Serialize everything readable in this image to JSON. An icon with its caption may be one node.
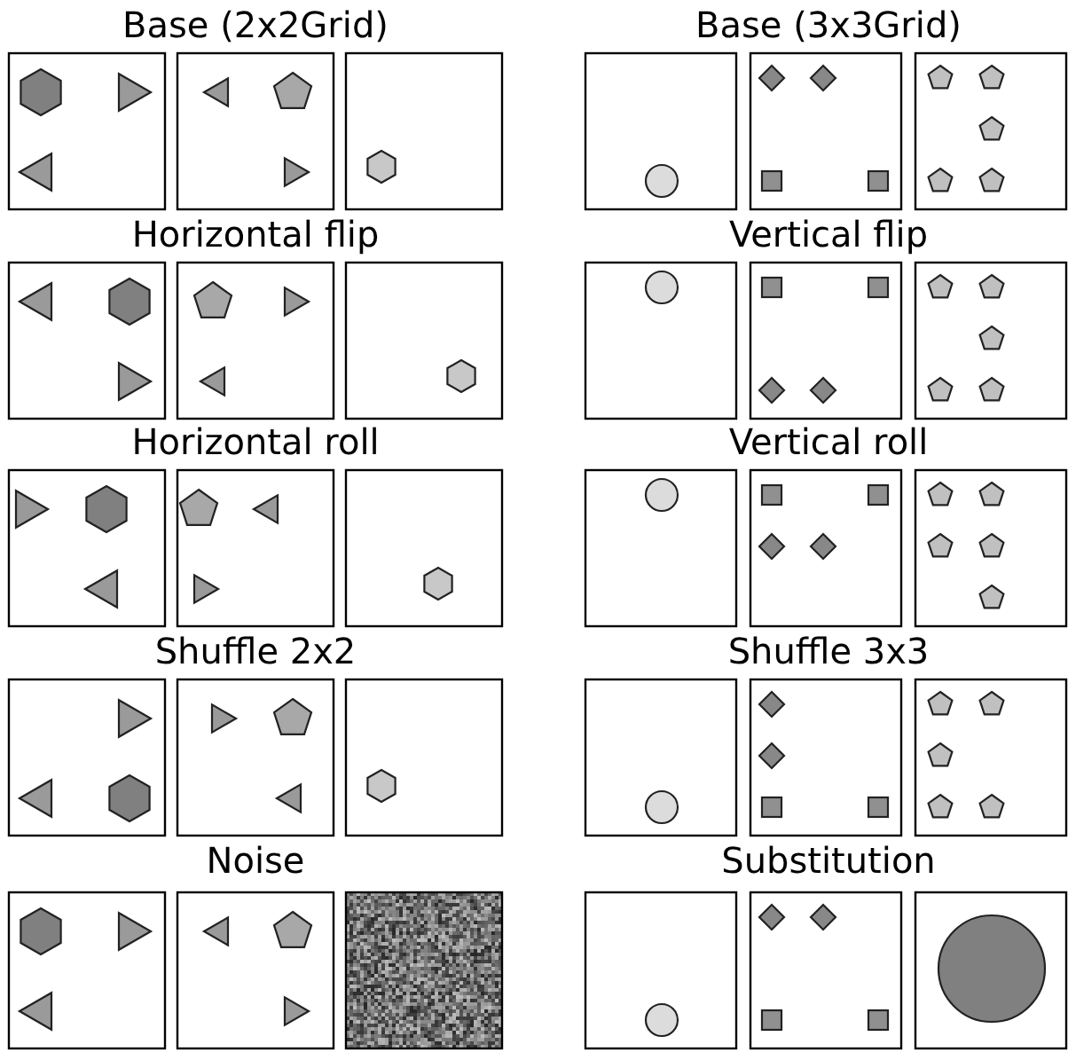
{
  "diagram": {
    "labels": [
      "Base (2x2Grid)",
      "Base (3x3Grid)",
      "Horizontal flip",
      "Vertical flip",
      "Horizontal roll",
      "Vertical roll",
      "Shuffle 2x2",
      "Shuffle 3x3",
      "Noise",
      "Substitution"
    ]
  }
}
